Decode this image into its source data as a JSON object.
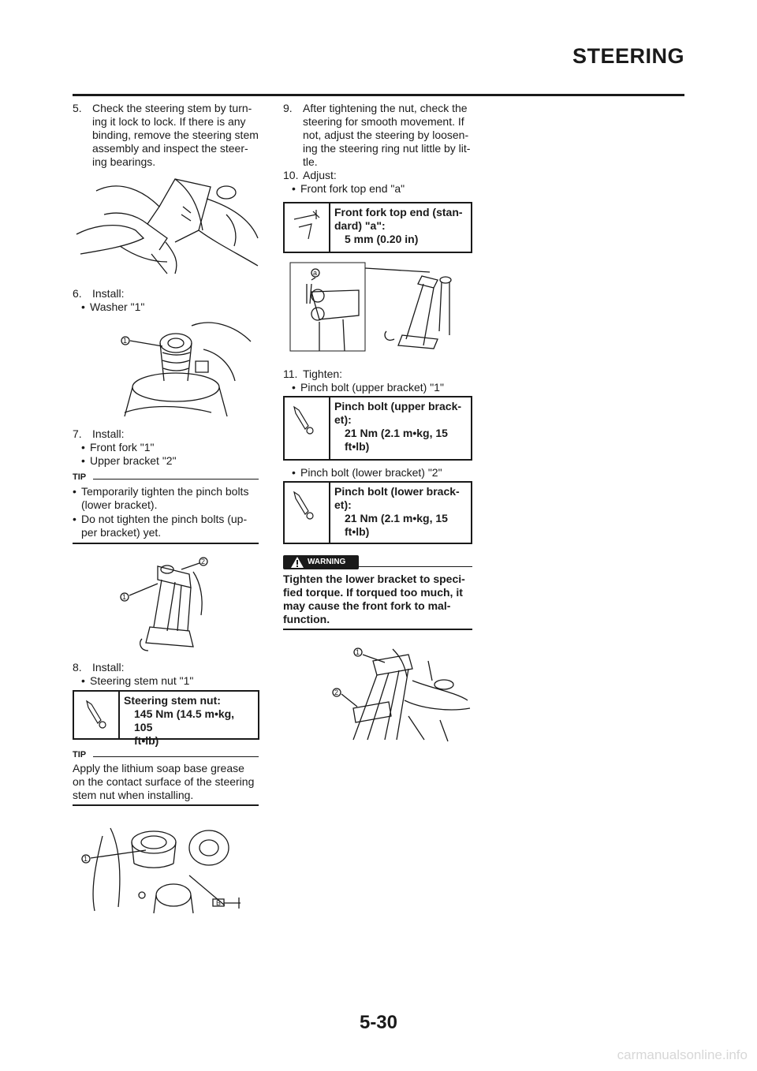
{
  "header": {
    "title": "STEERING"
  },
  "left": {
    "step5": {
      "num": "5.",
      "text": "Check the steering stem by turning it lock to lock. If there is any binding, remove the steering stem assembly and inspect the steering bearings.",
      "lines": [
        "Check the steering stem by turn-",
        "ing it lock to lock. If there is any",
        "binding, remove the steering stem",
        "assembly and inspect the steer-",
        "ing bearings."
      ]
    },
    "step6": {
      "num": "6.",
      "text": "Install:",
      "bullet": "Washer \"1\""
    },
    "fig2_callout": "1",
    "step7": {
      "num": "7.",
      "text": "Install:",
      "bullets": [
        "Front fork \"1\"",
        "Upper bracket \"2\""
      ]
    },
    "tip1": {
      "label": "TIP",
      "items": [
        {
          "l1": "Temporarily tighten the pinch bolts",
          "l2": "(lower bracket)."
        },
        {
          "l1": "Do not tighten the pinch bolts (up-",
          "l2": "per bracket) yet."
        }
      ]
    },
    "fig3_callouts": [
      "2",
      "1"
    ],
    "step8": {
      "num": "8.",
      "text": "Install:",
      "bullet": "Steering stem nut \"1\""
    },
    "spec_nut": {
      "name": "Steering stem nut:",
      "v1": "145 Nm (14.5 m•kg, 105",
      "v2": "ft•lb)"
    },
    "tip2": {
      "label": "TIP",
      "lines": [
        "Apply the lithium soap base grease",
        "on the contact surface of the steering",
        "stem nut when installing."
      ]
    },
    "fig4_callouts": [
      "1",
      "B"
    ]
  },
  "right": {
    "step9": {
      "num": "9.",
      "lines": [
        "After tightening the nut, check the",
        "steering for smooth movement. If",
        "not, adjust the steering by loosen-",
        "ing the steering ring nut little by lit-",
        "tle."
      ]
    },
    "step10": {
      "num": "10.",
      "text": "Adjust:",
      "bullet": "Front fork top end \"a\""
    },
    "spec_fork": {
      "n1": "Front fork top end (stan-",
      "n2": "dard) \"a\":",
      "v1": "5 mm (0.20 in)"
    },
    "fig5_callout": "a",
    "step11": {
      "num": "11.",
      "text": "Tighten:",
      "bullet1": "Pinch bolt (upper bracket) \"1\"",
      "bullet2": "Pinch bolt (lower bracket) \"2\""
    },
    "spec_upper": {
      "n1": "Pinch bolt (upper brack-",
      "n2": "et):",
      "v1": "21 Nm (2.1 m•kg, 15",
      "v2": "ft•lb)"
    },
    "spec_lower": {
      "n1": "Pinch bolt (lower brack-",
      "n2": "et):",
      "v1": "21 Nm (2.1 m•kg, 15",
      "v2": "ft•lb)"
    },
    "warning": {
      "label": "WARNING",
      "lines": [
        "Tighten the lower bracket to speci-",
        "fied torque. If torqued too much, it",
        "may cause the front fork to mal-",
        "function."
      ]
    },
    "fig6_callouts": [
      "1",
      "2"
    ]
  },
  "footer": {
    "page": "5-30",
    "watermark": "carmanualsonline.info"
  }
}
